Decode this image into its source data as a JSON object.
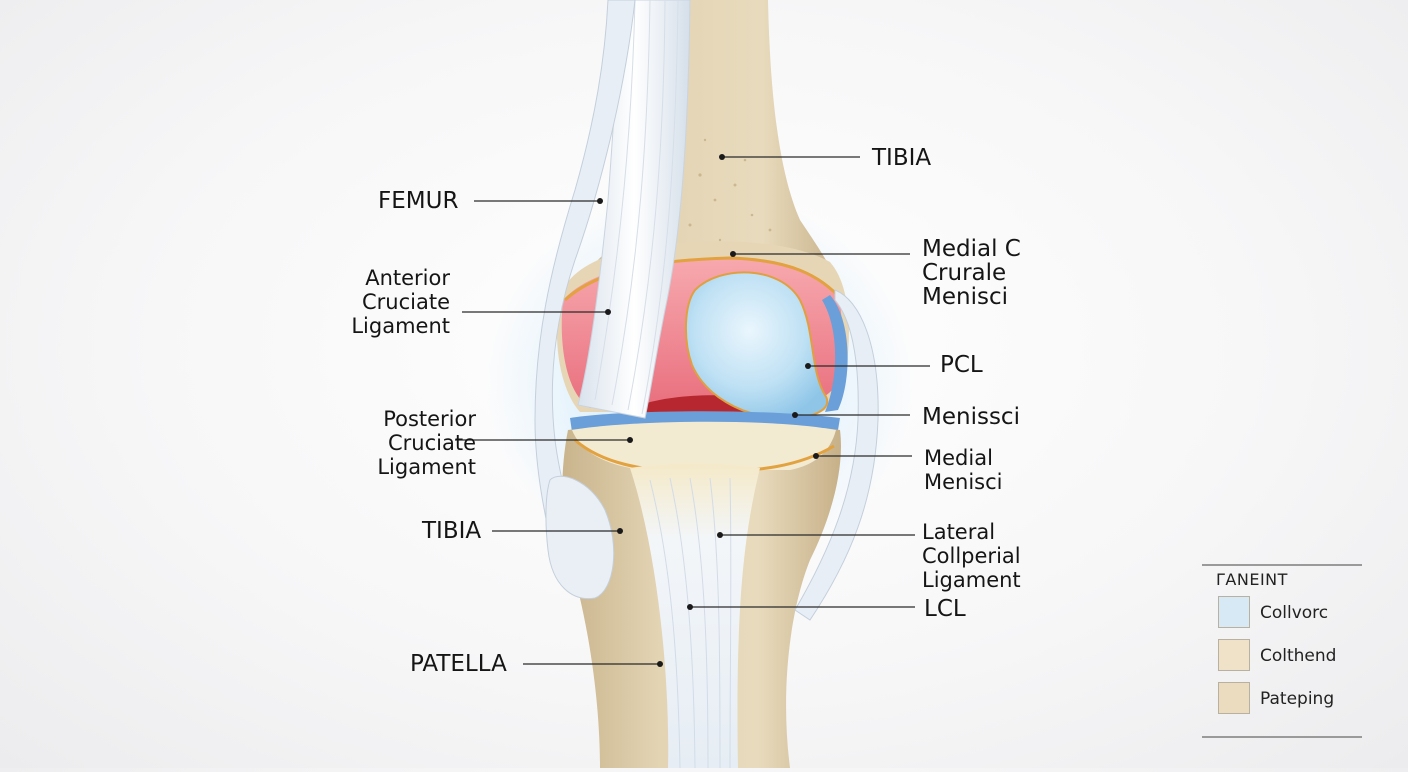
{
  "labels": {
    "femur": "FEMUR",
    "acl": "Anterior\nCruciate\nLigament",
    "pcl_left": "Posterior\nCruciate\nLigament",
    "tibia_left": "TIBIA",
    "patella": "PATELLA",
    "tibia_top": "TIBIA",
    "medial_c": "Medial C\nCrurale\nMenisci",
    "pcl": "PCL",
    "menissci": "Menissci",
    "medial_menisci": "Medial\nMenisci",
    "lateral_coll": "Lateral\nCollperial\nLigament",
    "lcl": "LCL"
  },
  "legend": {
    "title": "ΓANEINT",
    "items": [
      {
        "label": "Collvorc",
        "color": "#d7e9f5"
      },
      {
        "label": "Colthend",
        "color": "#efe2c9"
      },
      {
        "label": "Pateping",
        "color": "#ebdcc0"
      }
    ]
  },
  "colors": {
    "bone": "#dccba8",
    "bone_light": "#efe5cf",
    "ligament": "#eef3f8",
    "cartilage_blue": "#bfe0f3",
    "meniscus_pink": "#f08c96",
    "accent_blue": "#5b8fd0",
    "accent_orange": "#e2a23f"
  }
}
